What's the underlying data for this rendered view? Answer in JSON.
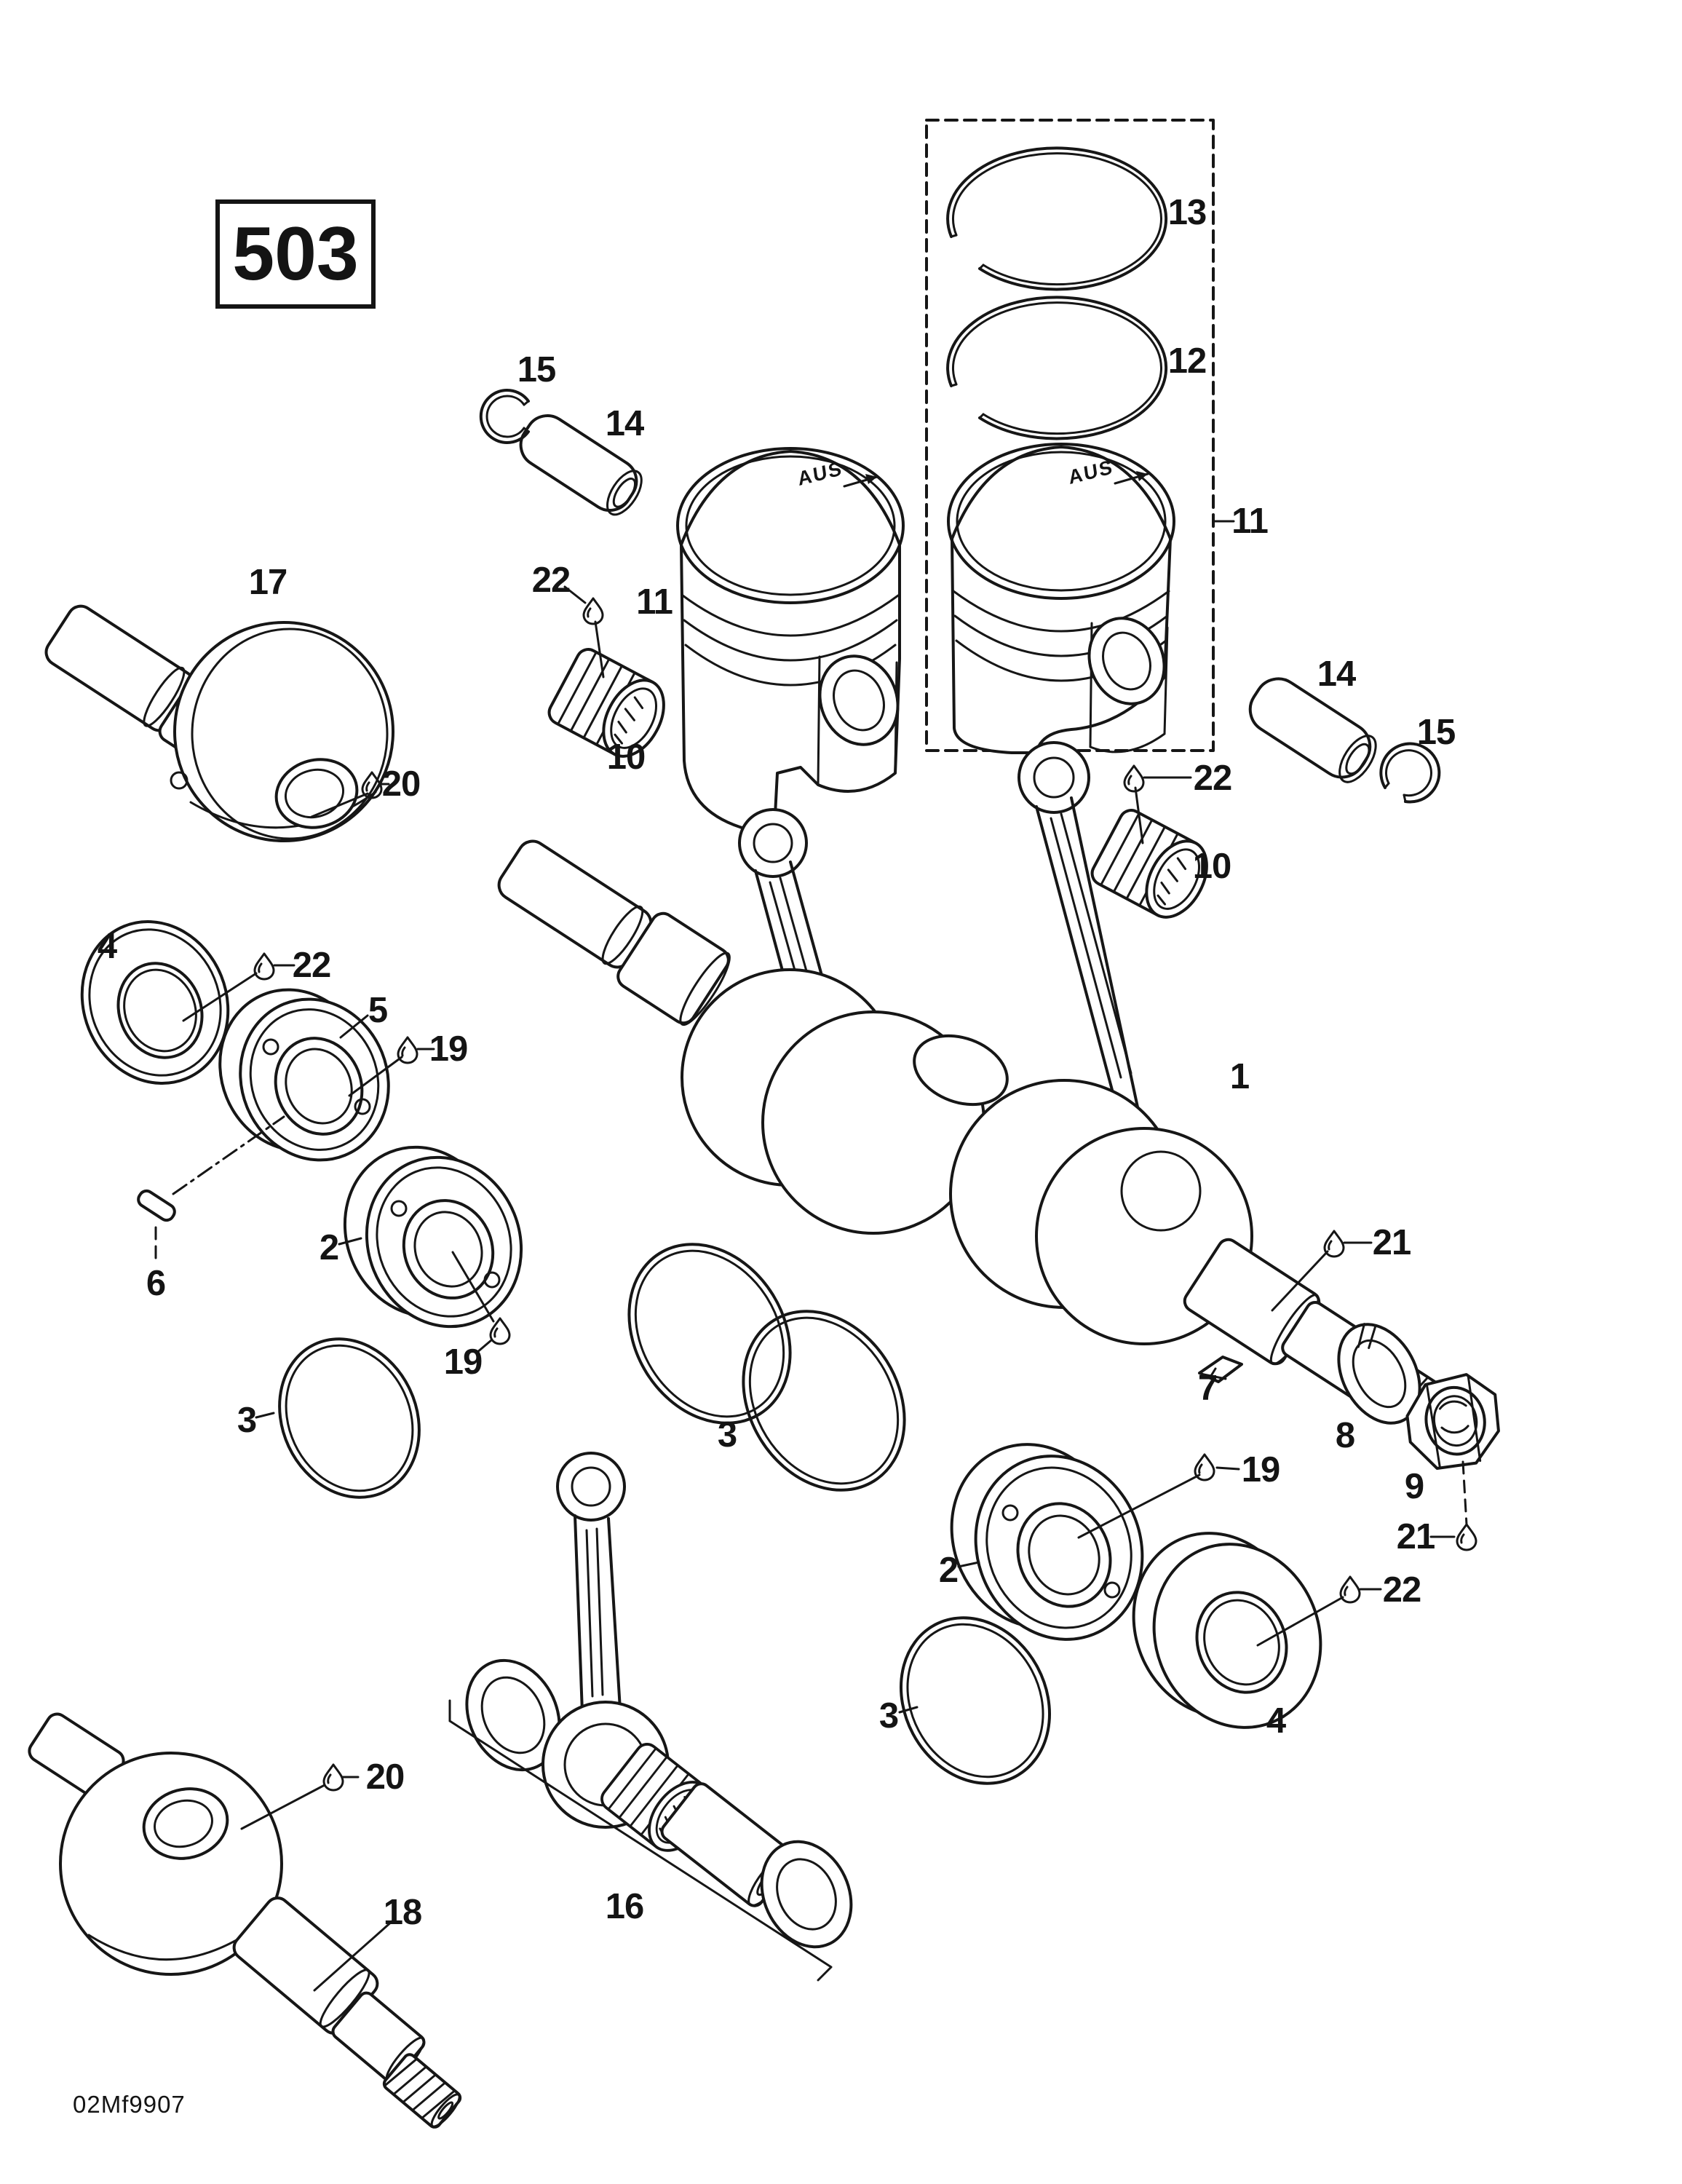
{
  "meta": {
    "model_badge": "503",
    "drawing_code": "02Mf9907",
    "piston_marking": "AUS"
  },
  "callouts": [
    {
      "label": "15"
    },
    {
      "label": "14"
    },
    {
      "label": "22"
    },
    {
      "label": "11"
    },
    {
      "label": "10"
    },
    {
      "label": "17"
    },
    {
      "label": "20"
    },
    {
      "label": "4"
    },
    {
      "label": "22"
    },
    {
      "label": "5"
    },
    {
      "label": "19"
    },
    {
      "label": "2"
    },
    {
      "label": "6"
    },
    {
      "label": "19"
    },
    {
      "label": "3"
    },
    {
      "label": "3"
    },
    {
      "label": "13"
    },
    {
      "label": "12"
    },
    {
      "label": "11"
    },
    {
      "label": "22"
    },
    {
      "label": "10"
    },
    {
      "label": "14"
    },
    {
      "label": "15"
    },
    {
      "label": "1"
    },
    {
      "label": "21"
    },
    {
      "label": "7"
    },
    {
      "label": "8"
    },
    {
      "label": "9"
    },
    {
      "label": "19"
    },
    {
      "label": "2"
    },
    {
      "label": "21"
    },
    {
      "label": "22"
    },
    {
      "label": "4"
    },
    {
      "label": "3"
    },
    {
      "label": "20"
    },
    {
      "label": "18"
    },
    {
      "label": "16"
    }
  ]
}
